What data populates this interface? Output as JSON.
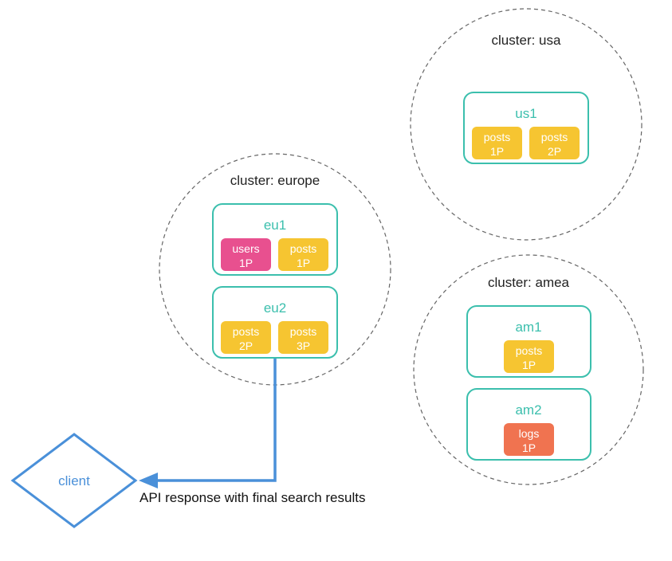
{
  "colors": {
    "node_border": "#3bbfad",
    "shard_posts": "#f6c531",
    "shard_users": "#e8508f",
    "shard_logs": "#f07350",
    "client": "#4a90d9"
  },
  "clusters": {
    "usa": {
      "label": "cluster: usa",
      "nodes": [
        {
          "name": "us1",
          "shards": [
            {
              "index": "posts",
              "shard": "1P",
              "kind": "posts"
            },
            {
              "index": "posts",
              "shard": "2P",
              "kind": "posts"
            }
          ]
        }
      ]
    },
    "europe": {
      "label": "cluster: europe",
      "nodes": [
        {
          "name": "eu1",
          "shards": [
            {
              "index": "users",
              "shard": "1P",
              "kind": "users"
            },
            {
              "index": "posts",
              "shard": "1P",
              "kind": "posts"
            }
          ]
        },
        {
          "name": "eu2",
          "shards": [
            {
              "index": "posts",
              "shard": "2P",
              "kind": "posts"
            },
            {
              "index": "posts",
              "shard": "3P",
              "kind": "posts"
            }
          ]
        }
      ]
    },
    "amea": {
      "label": "cluster: amea",
      "nodes": [
        {
          "name": "am1",
          "shards": [
            {
              "index": "posts",
              "shard": "1P",
              "kind": "posts"
            }
          ]
        },
        {
          "name": "am2",
          "shards": [
            {
              "index": "logs",
              "shard": "1P",
              "kind": "logs"
            }
          ]
        }
      ]
    }
  },
  "client": {
    "label": "client"
  },
  "response": {
    "label": "API response with final search results"
  }
}
